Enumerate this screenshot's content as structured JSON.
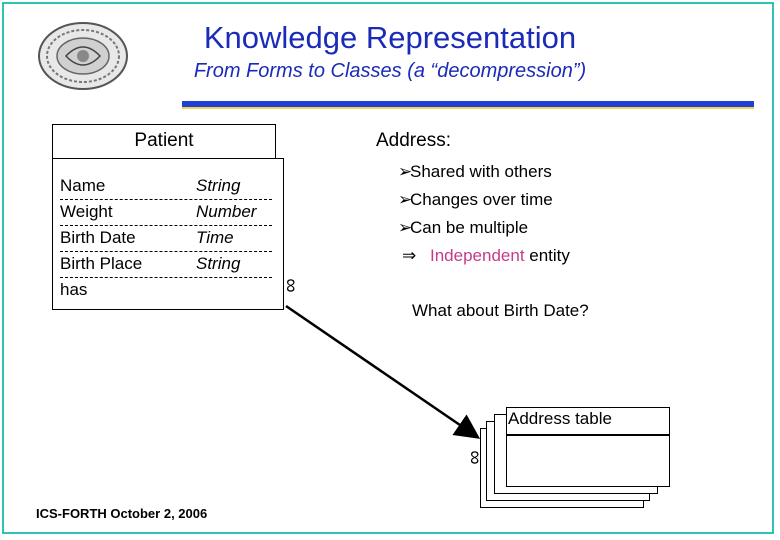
{
  "slide": {
    "title": "Knowledge Representation",
    "subtitle": "From Forms to Classes (a “decompression”)",
    "footer": "ICS-FORTH   October 2, 2006",
    "colors": {
      "title": "#1a2bb8",
      "bar_blue": "#1f3fd6",
      "bar_yellow": "#f2d64b",
      "frame": "#2ec4b6",
      "highlight": "#c43b8a"
    },
    "logo_icon": "seal-logo-icon"
  },
  "patient": {
    "title": "Patient",
    "rows": [
      {
        "field": "Name",
        "type": "String"
      },
      {
        "field": "Weight",
        "type": "Number"
      },
      {
        "field": "Birth Date",
        "type": "Time"
      },
      {
        "field": "Birth Place",
        "type": "String"
      },
      {
        "field": "has",
        "type": ""
      }
    ]
  },
  "address": {
    "heading": "Address:",
    "bullets": [
      "Shared with others",
      "Changes over time",
      "Can be multiple"
    ],
    "implication_highlight": "Independent",
    "implication_rest": " entity",
    "question": "What about Birth Date?",
    "bullet_icon": "arrow-bullet-icon",
    "implies_icon": "implies-arrow-icon"
  },
  "relation": {
    "multiplicity_source": "∞",
    "multiplicity_target": "∞"
  },
  "address_table": {
    "label": "Address table"
  }
}
